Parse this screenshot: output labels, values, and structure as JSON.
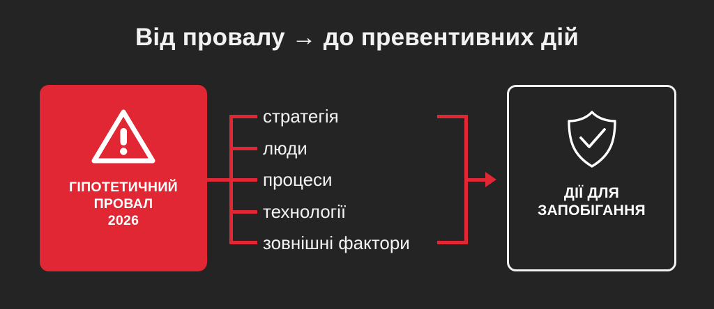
{
  "page": {
    "background_color": "#242424",
    "accent_color": "#E02733",
    "text_color": "#F2F2F2"
  },
  "title": "Від провалу → до превентивних дій",
  "failure_card": {
    "icon": "warning-triangle-icon",
    "line1": "ГІПОТЕТИЧНИЙ",
    "line2": "ПРОВАЛ",
    "line3": "2026",
    "background_color": "#E02733"
  },
  "factors": [
    {
      "label": "стратегія"
    },
    {
      "label": "люди"
    },
    {
      "label": "процеси"
    },
    {
      "label": "технології"
    },
    {
      "label": "зовнішні фактори"
    }
  ],
  "prevention_card": {
    "icon": "shield-check-icon",
    "line1": "ДІЇ ДЛЯ",
    "line2": "ЗАПОБІГАННЯ",
    "border_color": "#F2F2F2"
  },
  "arrow": {
    "direction": "right",
    "color": "#E02733"
  }
}
